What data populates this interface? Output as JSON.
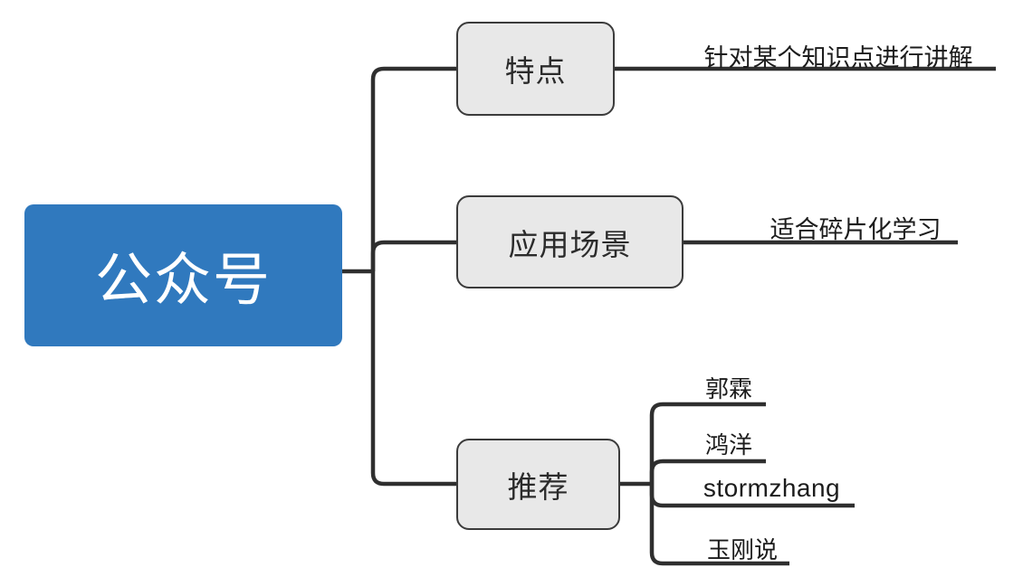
{
  "diagram": {
    "type": "mind-map",
    "title_node": "公众号",
    "colors": {
      "root_fill": "#3079be",
      "root_text": "#ffffff",
      "branch_fill": "#e8e8e8",
      "branch_border": "#3b3b3b",
      "connector": "#2f2f2f",
      "leaf_text": "#1c1c1c",
      "background": "#ffffff"
    },
    "root": {
      "label": "公众号"
    },
    "branches": [
      {
        "label": "特点",
        "leaves": [
          {
            "label": "针对某个知识点进行讲解"
          }
        ]
      },
      {
        "label": "应用场景",
        "leaves": [
          {
            "label": "适合碎片化学习"
          }
        ]
      },
      {
        "label": "推荐",
        "leaves": [
          {
            "label": "郭霖"
          },
          {
            "label": "鸿洋"
          },
          {
            "label": "stormzhang"
          },
          {
            "label": "玉刚说"
          }
        ]
      }
    ]
  }
}
